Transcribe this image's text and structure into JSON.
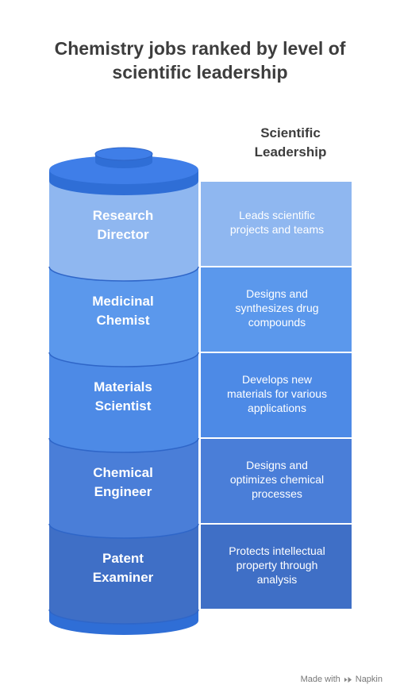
{
  "title": "Chemistry jobs ranked by level of\nscientific leadership",
  "side_header": "Scientific\nLeadership",
  "rows": [
    {
      "label": "Research\nDirector",
      "description": "Leads scientific\nprojects and teams",
      "color": "#8fb7f0"
    },
    {
      "label": "Medicinal\nChemist",
      "description": "Designs and\nsynthesizes drug\ncompounds",
      "color": "#5b98ec"
    },
    {
      "label": "Materials\nScientist",
      "description": "Develops new\nmaterials for various\napplications",
      "color": "#4d8ae6"
    },
    {
      "label": "Chemical\nEngineer",
      "description": "Designs and\noptimizes chemical\nprocesses",
      "color": "#4a7ed8"
    },
    {
      "label": "Patent\nExaminer",
      "description": "Protects intellectual\nproperty through\nanalysis",
      "color": "#3f6fc6"
    }
  ],
  "colors": {
    "cylinder_cap": "#3f7ee8",
    "cylinder_rim": "#2f6ed6",
    "separator": "#2f66c8"
  },
  "footer": {
    "made_with": "Made with",
    "brand": "Napkin",
    "logo_icon": "napkin-logo-icon"
  }
}
